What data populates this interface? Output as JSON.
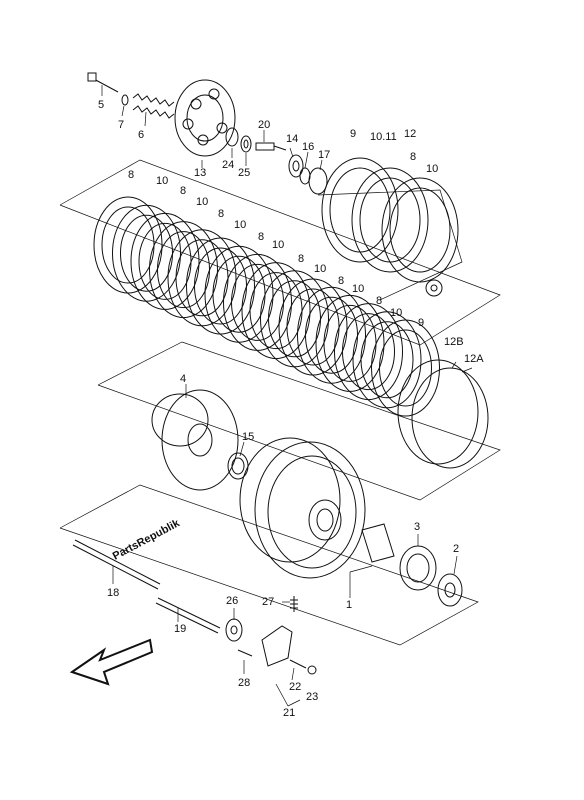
{
  "watermark": "PartsRepublik",
  "callouts": [
    {
      "id": "c5",
      "text": "5"
    },
    {
      "id": "c7",
      "text": "7"
    },
    {
      "id": "c6",
      "text": "6"
    },
    {
      "id": "c13",
      "text": "13"
    },
    {
      "id": "c20",
      "text": "20"
    },
    {
      "id": "c24",
      "text": "24"
    },
    {
      "id": "c25",
      "text": "25"
    },
    {
      "id": "c14",
      "text": "14"
    },
    {
      "id": "c16",
      "text": "16"
    },
    {
      "id": "c17",
      "text": "17"
    },
    {
      "id": "c9a",
      "text": "9"
    },
    {
      "id": "c10_11_12",
      "text": "10.11"
    },
    {
      "id": "c12a",
      "text": "12"
    },
    {
      "id": "c8r",
      "text": "8"
    },
    {
      "id": "c10r",
      "text": "10"
    },
    {
      "id": "c8_1",
      "text": "8"
    },
    {
      "id": "c10_1",
      "text": "10"
    },
    {
      "id": "c8_2",
      "text": "8"
    },
    {
      "id": "c10_2",
      "text": "10"
    },
    {
      "id": "c8_3",
      "text": "8"
    },
    {
      "id": "c10_3",
      "text": "10"
    },
    {
      "id": "c8_4",
      "text": "8"
    },
    {
      "id": "c10_4",
      "text": "10"
    },
    {
      "id": "c8_5",
      "text": "8"
    },
    {
      "id": "c10_5",
      "text": "10"
    },
    {
      "id": "c8_6",
      "text": "8"
    },
    {
      "id": "c10_6",
      "text": "10"
    },
    {
      "id": "c8_7",
      "text": "8"
    },
    {
      "id": "c10_7",
      "text": "10"
    },
    {
      "id": "c9b",
      "text": "9"
    },
    {
      "id": "c12B",
      "text": "12B"
    },
    {
      "id": "c12A",
      "text": "12A"
    },
    {
      "id": "c4",
      "text": "4"
    },
    {
      "id": "c15",
      "text": "15"
    },
    {
      "id": "c3",
      "text": "3"
    },
    {
      "id": "c2",
      "text": "2"
    },
    {
      "id": "c1",
      "text": "1"
    },
    {
      "id": "c18",
      "text": "18"
    },
    {
      "id": "c19",
      "text": "19"
    },
    {
      "id": "c26",
      "text": "26"
    },
    {
      "id": "c27",
      "text": "27"
    },
    {
      "id": "c28",
      "text": "28"
    },
    {
      "id": "c22",
      "text": "22"
    },
    {
      "id": "c23",
      "text": "23"
    },
    {
      "id": "c21",
      "text": "21"
    }
  ]
}
